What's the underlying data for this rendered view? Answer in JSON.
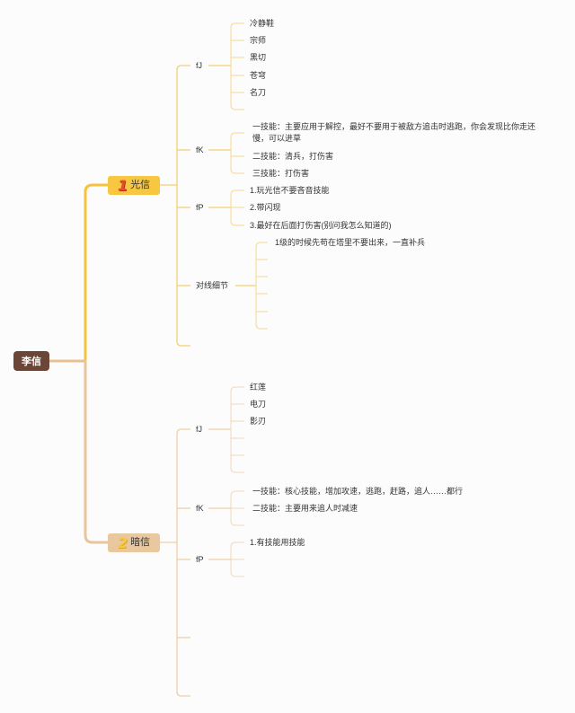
{
  "root": {
    "label": "李信"
  },
  "branches": [
    {
      "number": "1",
      "label": "光信",
      "topics": [
        {
          "label": "fJ",
          "leaves": [
            "冷静鞋",
            "宗师",
            "黑切",
            "苍穹",
            "名刀"
          ]
        },
        {
          "label": "fK",
          "leaves": [
            "一技能：主要应用于解控，最好不要用于被敌方追击时逃跑，你会发现比你走还慢，可以进草",
            "二技能：清兵，打伤害",
            "三技能：打伤害"
          ]
        },
        {
          "label": "fP",
          "leaves": [
            "1.玩光信不要吝音技能",
            "2.带闪现",
            "3.最好在后面打伤害(别问我怎么知道的)"
          ]
        },
        {
          "label": "对线细节",
          "leaves": [
            "1级的时候先苟在塔里不要出来，一直补兵"
          ]
        }
      ]
    },
    {
      "number": "2",
      "label": "暗信",
      "topics": [
        {
          "label": "fJ",
          "leaves": [
            "红莲",
            "电刀",
            "影刃"
          ]
        },
        {
          "label": "fK",
          "leaves": [
            "一技能：核心技能，增加攻速，逃跑，赶路，追人……都行",
            "二技能：主要用来追人时减速"
          ]
        },
        {
          "label": "fP",
          "leaves": [
            "1.有技能用技能"
          ]
        }
      ]
    }
  ],
  "colors": {
    "root": "#6b4636",
    "branch1": "#f7c742",
    "branch2": "#e9c8a0",
    "branch1_number": "#e84d2a",
    "branch2_number": "#f6c744"
  }
}
